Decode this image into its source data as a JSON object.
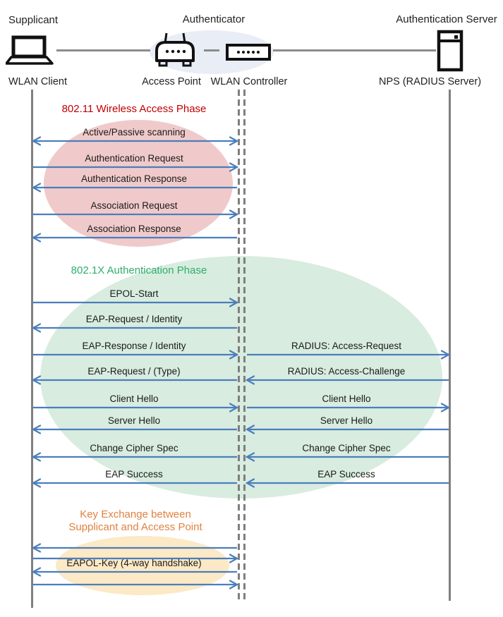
{
  "colors": {
    "arrow": "#4a7ebc",
    "lifeline": "#7f7f7f",
    "connector": "#8c8c8c",
    "authenticator_ellipse": "#e9edf6"
  },
  "header": {
    "roles": [
      {
        "label": "Supplicant"
      },
      {
        "label": "Authenticator"
      },
      {
        "label": "Authentication Server"
      }
    ],
    "devices": [
      {
        "label": "WLAN Client",
        "icon": "laptop-icon"
      },
      {
        "label": "Access Point",
        "icon": "access-point-icon"
      },
      {
        "label": "WLAN Controller",
        "icon": "wlan-controller-icon"
      },
      {
        "label": "NPS (RADIUS Server)",
        "icon": "server-icon"
      }
    ]
  },
  "phases": [
    {
      "title": "802.11 Wireless Access Phase",
      "title_color": "#c00000",
      "ellipse_color": "#f0caca",
      "messages": [
        {
          "left": {
            "text": "Active/Passive scanning",
            "dir": "both"
          }
        },
        {
          "left": {
            "text": "Authentication Request",
            "dir": "right"
          }
        },
        {
          "left": {
            "text": "Authentication Response",
            "dir": "left"
          }
        },
        {
          "left": {
            "text": "Association Request",
            "dir": "right"
          }
        },
        {
          "left": {
            "text": "Association Response",
            "dir": "left"
          }
        }
      ]
    },
    {
      "title": "802.1X Authentication Phase",
      "title_color": "#2fae6b",
      "ellipse_color": "#d8ecdf",
      "messages": [
        {
          "left": {
            "text": "EPOL-Start",
            "dir": "right"
          }
        },
        {
          "left": {
            "text": "EAP-Request / Identity",
            "dir": "left"
          }
        },
        {
          "left": {
            "text": "EAP-Response / Identity",
            "dir": "right"
          },
          "right": {
            "text": "RADIUS: Access-Request",
            "dir": "right"
          }
        },
        {
          "left": {
            "text": "EAP-Request / (Type)",
            "dir": "left"
          },
          "right": {
            "text": "RADIUS: Access-Challenge",
            "dir": "left"
          }
        },
        {
          "left": {
            "text": "Client Hello",
            "dir": "right"
          },
          "right": {
            "text": "Client Hello",
            "dir": "right"
          }
        },
        {
          "left": {
            "text": "Server Hello",
            "dir": "left"
          },
          "right": {
            "text": "Server Hello",
            "dir": "left"
          }
        },
        {
          "left": {
            "text": "Change Cipher Spec",
            "dir": "left"
          },
          "right": {
            "text": "Change Cipher Spec",
            "dir": "left"
          }
        },
        {
          "left": {
            "text": "EAP Success",
            "dir": "left"
          },
          "right": {
            "text": "EAP Success",
            "dir": "left"
          }
        }
      ]
    },
    {
      "title": "Key Exchange between\nSupplicant and Access Point",
      "title_color": "#e0813f",
      "ellipse_color": "#fce9c5",
      "messages": [
        {
          "left": {
            "text": "",
            "dir": "left"
          }
        },
        {
          "left": {
            "text": "",
            "dir": "right"
          }
        },
        {
          "left": {
            "text": "EAPOL-Key (4-way handshake)",
            "dir": "left"
          }
        },
        {
          "left": {
            "text": "",
            "dir": "right"
          }
        }
      ]
    }
  ]
}
